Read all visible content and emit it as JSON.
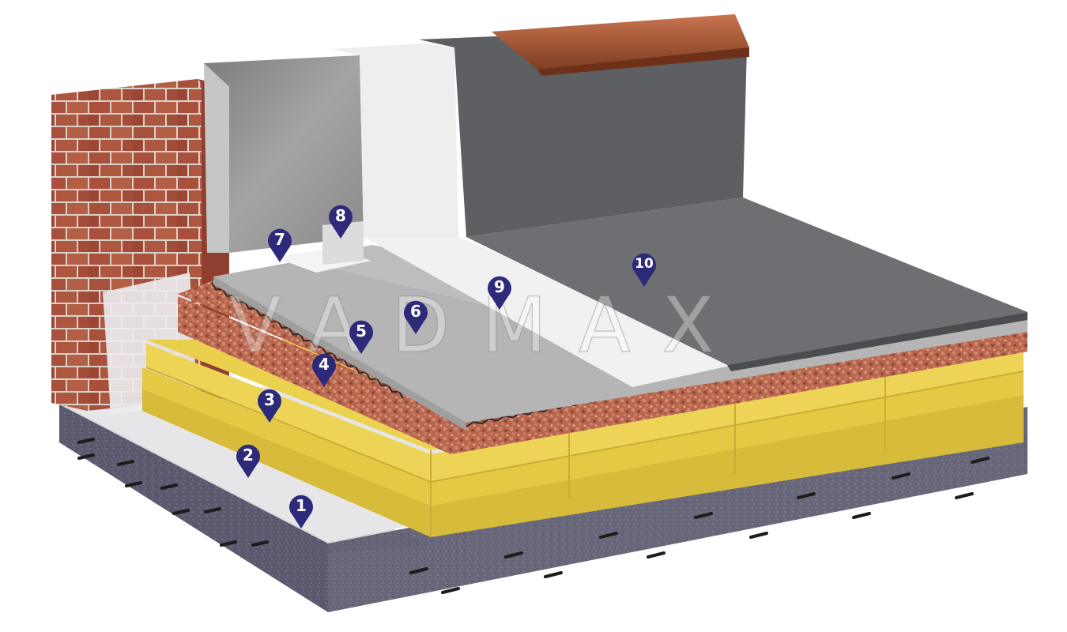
{
  "watermark": "VADMAX",
  "colors": {
    "marker": "#2e2a7a",
    "marker_text": "#ffffff",
    "brick": "#a9503c",
    "insulation": "#e9cf4a",
    "gravel": "#b8664e",
    "concrete_base": "#5b5a6e",
    "membrane": "#5d5f62",
    "screed": "#a9a9a9",
    "primer": "#eeeeee",
    "flashing": "#9b5030"
  },
  "markers": [
    {
      "id": "marker-1",
      "label": "1"
    },
    {
      "id": "marker-2",
      "label": "2"
    },
    {
      "id": "marker-3",
      "label": "3"
    },
    {
      "id": "marker-4",
      "label": "4"
    },
    {
      "id": "marker-5",
      "label": "5"
    },
    {
      "id": "marker-6",
      "label": "6"
    },
    {
      "id": "marker-7",
      "label": "7"
    },
    {
      "id": "marker-8",
      "label": "8"
    },
    {
      "id": "marker-9",
      "label": "9"
    },
    {
      "id": "marker-10",
      "label": "10"
    }
  ]
}
